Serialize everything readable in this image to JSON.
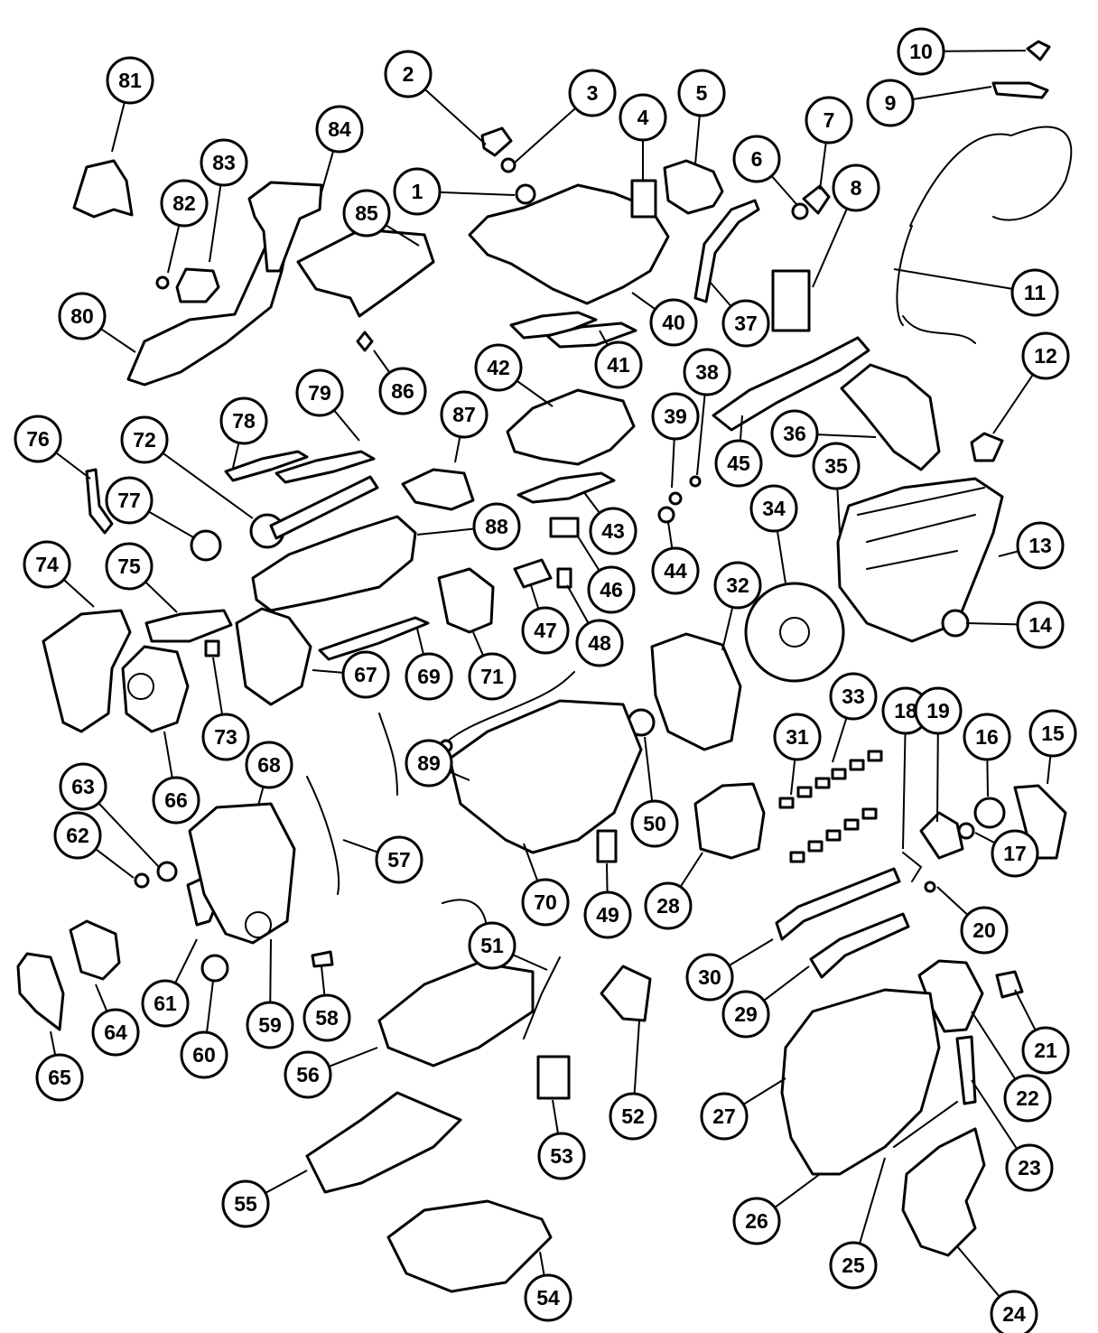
{
  "diagram": {
    "callouts": [
      {
        "label": "1"
      },
      {
        "label": "2"
      },
      {
        "label": "3"
      },
      {
        "label": "4"
      },
      {
        "label": "5"
      },
      {
        "label": "6"
      },
      {
        "label": "7"
      },
      {
        "label": "8"
      },
      {
        "label": "9"
      },
      {
        "label": "10"
      },
      {
        "label": "11"
      },
      {
        "label": "12"
      },
      {
        "label": "13"
      },
      {
        "label": "14"
      },
      {
        "label": "15"
      },
      {
        "label": "16"
      },
      {
        "label": "17"
      },
      {
        "label": "18"
      },
      {
        "label": "19"
      },
      {
        "label": "20"
      },
      {
        "label": "21"
      },
      {
        "label": "22"
      },
      {
        "label": "23"
      },
      {
        "label": "24"
      },
      {
        "label": "25"
      },
      {
        "label": "26"
      },
      {
        "label": "27"
      },
      {
        "label": "28"
      },
      {
        "label": "29"
      },
      {
        "label": "30"
      },
      {
        "label": "31"
      },
      {
        "label": "32"
      },
      {
        "label": "33"
      },
      {
        "label": "34"
      },
      {
        "label": "35"
      },
      {
        "label": "36"
      },
      {
        "label": "37"
      },
      {
        "label": "38"
      },
      {
        "label": "39"
      },
      {
        "label": "40"
      },
      {
        "label": "41"
      },
      {
        "label": "42"
      },
      {
        "label": "43"
      },
      {
        "label": "44"
      },
      {
        "label": "45"
      },
      {
        "label": "46"
      },
      {
        "label": "47"
      },
      {
        "label": "48"
      },
      {
        "label": "49"
      },
      {
        "label": "50"
      },
      {
        "label": "51"
      },
      {
        "label": "52"
      },
      {
        "label": "53"
      },
      {
        "label": "54"
      },
      {
        "label": "55"
      },
      {
        "label": "56"
      },
      {
        "label": "57"
      },
      {
        "label": "58"
      },
      {
        "label": "59"
      },
      {
        "label": "60"
      },
      {
        "label": "61"
      },
      {
        "label": "62"
      },
      {
        "label": "63"
      },
      {
        "label": "64"
      },
      {
        "label": "65"
      },
      {
        "label": "66"
      },
      {
        "label": "67"
      },
      {
        "label": "68"
      },
      {
        "label": "69"
      },
      {
        "label": "70"
      },
      {
        "label": "71"
      },
      {
        "label": "72"
      },
      {
        "label": "73"
      },
      {
        "label": "74"
      },
      {
        "label": "75"
      },
      {
        "label": "76"
      },
      {
        "label": "77"
      },
      {
        "label": "78"
      },
      {
        "label": "79"
      },
      {
        "label": "80"
      },
      {
        "label": "81"
      },
      {
        "label": "82"
      },
      {
        "label": "83"
      },
      {
        "label": "84"
      },
      {
        "label": "85"
      },
      {
        "label": "86"
      },
      {
        "label": "87"
      },
      {
        "label": "88"
      },
      {
        "label": "89"
      }
    ]
  }
}
